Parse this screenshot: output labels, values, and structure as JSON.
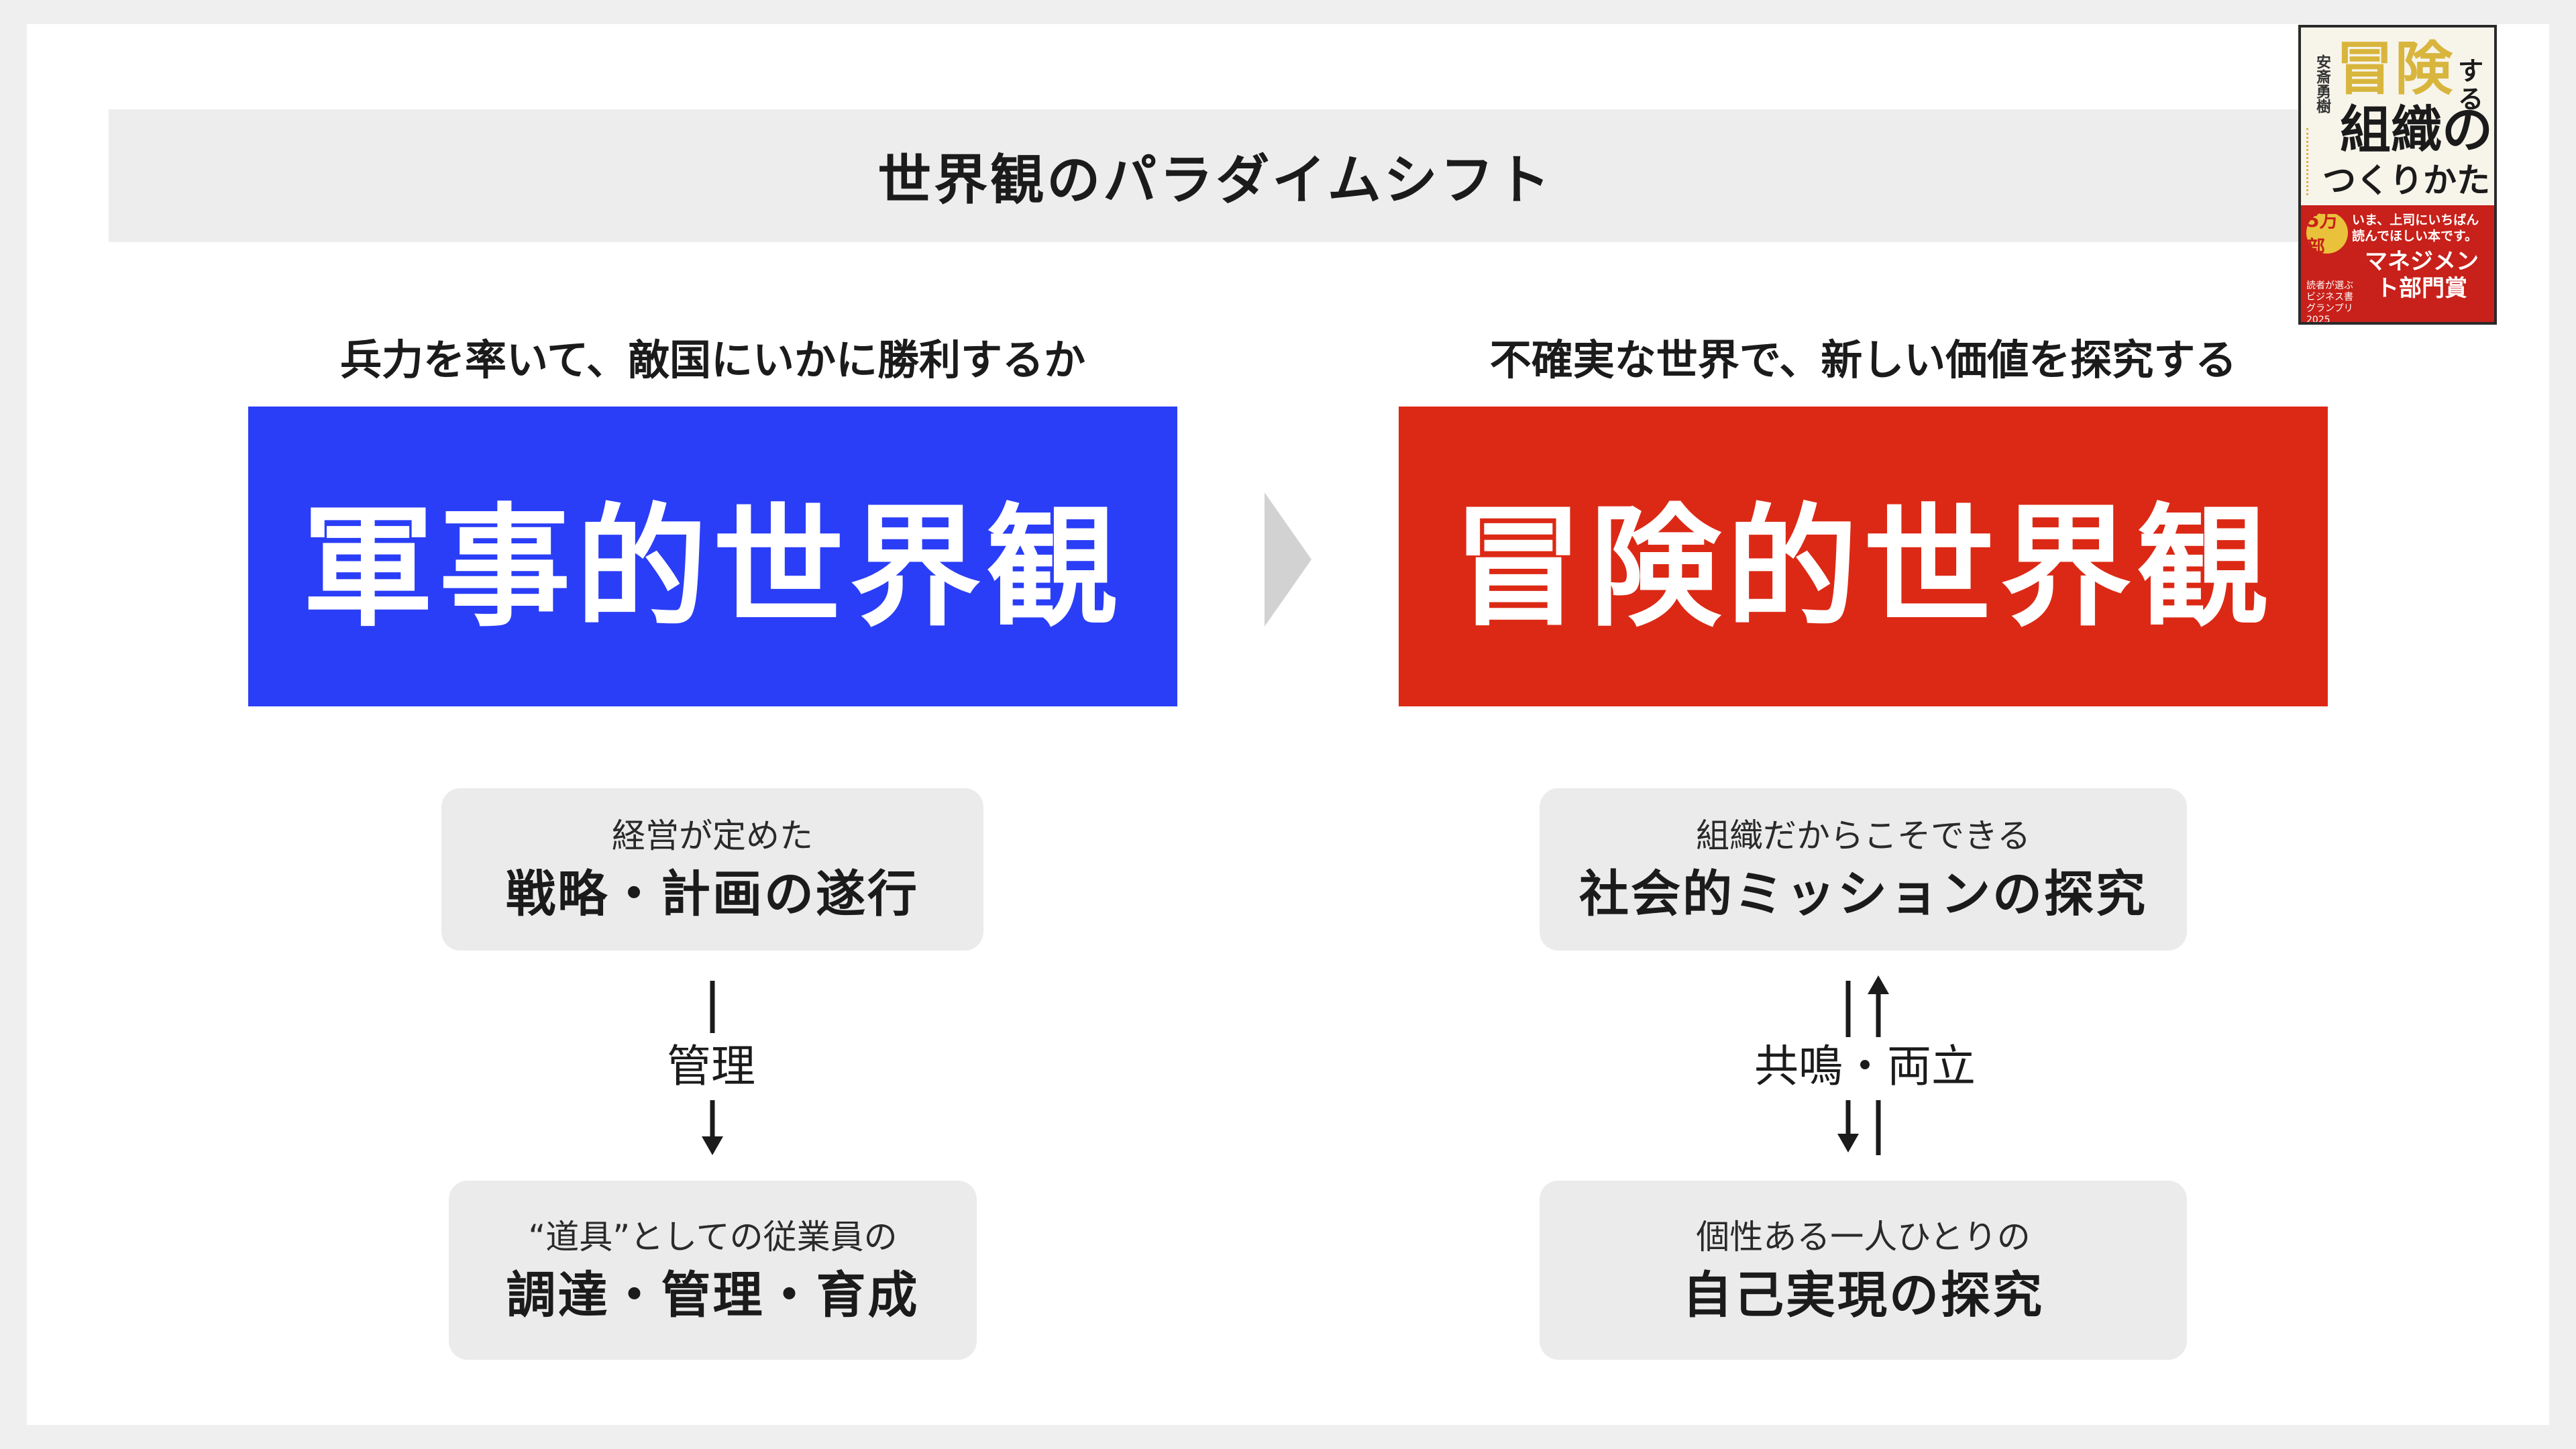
{
  "title": "世界観のパラダイムシフト",
  "left": {
    "subtitle": "兵力を率いて、敵国にいかに勝利するか",
    "worldview": "軍事的世界観",
    "top_box": {
      "small": "経営が定めた",
      "big": "戦略・計画の遂行"
    },
    "connector": "管理",
    "bottom_box": {
      "small": "“道具”としての従業員の",
      "big": "調達・管理・育成"
    }
  },
  "right": {
    "subtitle": "不確実な世界で、新しい価値を探究する",
    "worldview": "冒険的世界観",
    "top_box": {
      "small": "組織だからこそできる",
      "big": "社会的ミッションの探究"
    },
    "connector": "共鳴・両立",
    "bottom_box": {
      "small": "個性ある一人ひとりの",
      "big": "自己実現の探究"
    }
  },
  "book": {
    "title_line1": "冒険",
    "title_suffix": "する",
    "title_line2": "組織の",
    "title_line3": "つくりかた",
    "author": "安斎勇樹",
    "badge": "5万部",
    "band_text": "いま、上司にいちばん読んでほしい本です。",
    "award": "マネジメント部門賞",
    "award_note": "読者が選ぶビジネス書グランプリ2025"
  },
  "colors": {
    "military": "#2a3ef7",
    "adventure": "#dc2915",
    "box_gray": "#ebebeb",
    "title_band": "#eeedee"
  },
  "icons": [
    "chevron-right-icon",
    "arrow-down-icon",
    "arrow-up-icon"
  ]
}
